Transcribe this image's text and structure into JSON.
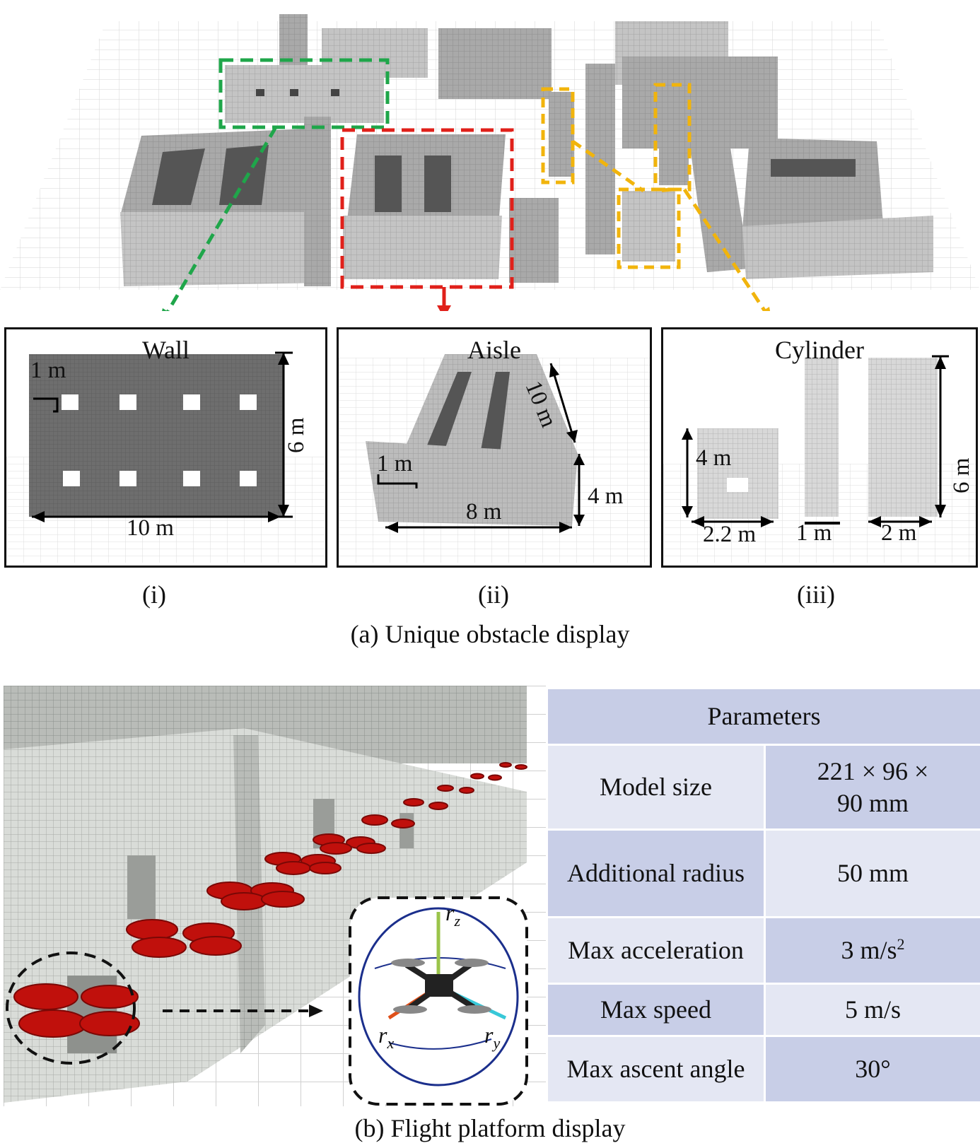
{
  "panels": {
    "wall": {
      "title": "Wall",
      "subfig": "(i)",
      "dims": {
        "hole": "1 m",
        "height": "6 m",
        "width": "10 m"
      }
    },
    "aisle": {
      "title": "Aisle",
      "subfig": "(ii)",
      "dims": {
        "length": "10 m",
        "hole": "1 m",
        "height": "4 m",
        "width": "8 m"
      }
    },
    "cylinder": {
      "title": "Cylinder",
      "subfig": "(iii)",
      "dims": {
        "short_height": "4 m",
        "short_width": "2.2 m",
        "thin_width": "1 m",
        "tall_width": "2 m",
        "tall_height": "6 m"
      }
    }
  },
  "captions": {
    "a": "(a) Unique obstacle display",
    "b": "(b) Flight platform display"
  },
  "inset_axes": {
    "z": "r",
    "z_sub": "z",
    "x": "r",
    "x_sub": "x",
    "y": "r",
    "y_sub": "y"
  },
  "table": {
    "header": "Parameters",
    "rows": [
      {
        "label": "Model size",
        "value_line1": "221 × 96 ×",
        "value_line2": "90 mm"
      },
      {
        "label": "Additional radius",
        "value": "50 mm"
      },
      {
        "label": "Max acceleration",
        "value": "3 m/s",
        "value_sup": "2"
      },
      {
        "label": "Max speed",
        "value": "5 m/s"
      },
      {
        "label": "Max ascent angle",
        "value": "30°"
      }
    ]
  },
  "colors": {
    "wall_dark": "#6e6e6e",
    "wall_light": "#b9b9b9",
    "highlight_green": "#1fa64a",
    "highlight_red": "#e0201a",
    "highlight_yellow": "#f1b40c",
    "drone_red": "#c0100c",
    "table_dark": "#c8cee7",
    "table_light": "#e4e7f3"
  }
}
